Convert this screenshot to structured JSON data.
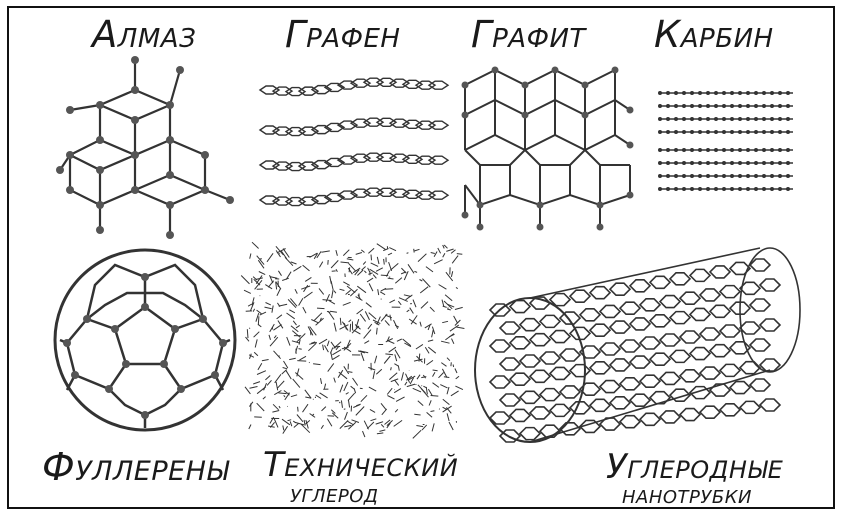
{
  "labels": {
    "almaz": "Алмаз",
    "grafen": "Графен",
    "grafit": "Графит",
    "karbin": "Карбин",
    "fullereny": "Фуллерены",
    "tekhnicheskiy_line1": "Технический",
    "tekhnicheskiy_line2": "углерод",
    "nanotrubki_line1": "Углеродные",
    "nanotrubki_line2": "нанотрубки"
  },
  "colors": {
    "ink": "#1a1a1a",
    "bond": "#333333",
    "atom": "#555555",
    "background": "#ffffff"
  }
}
